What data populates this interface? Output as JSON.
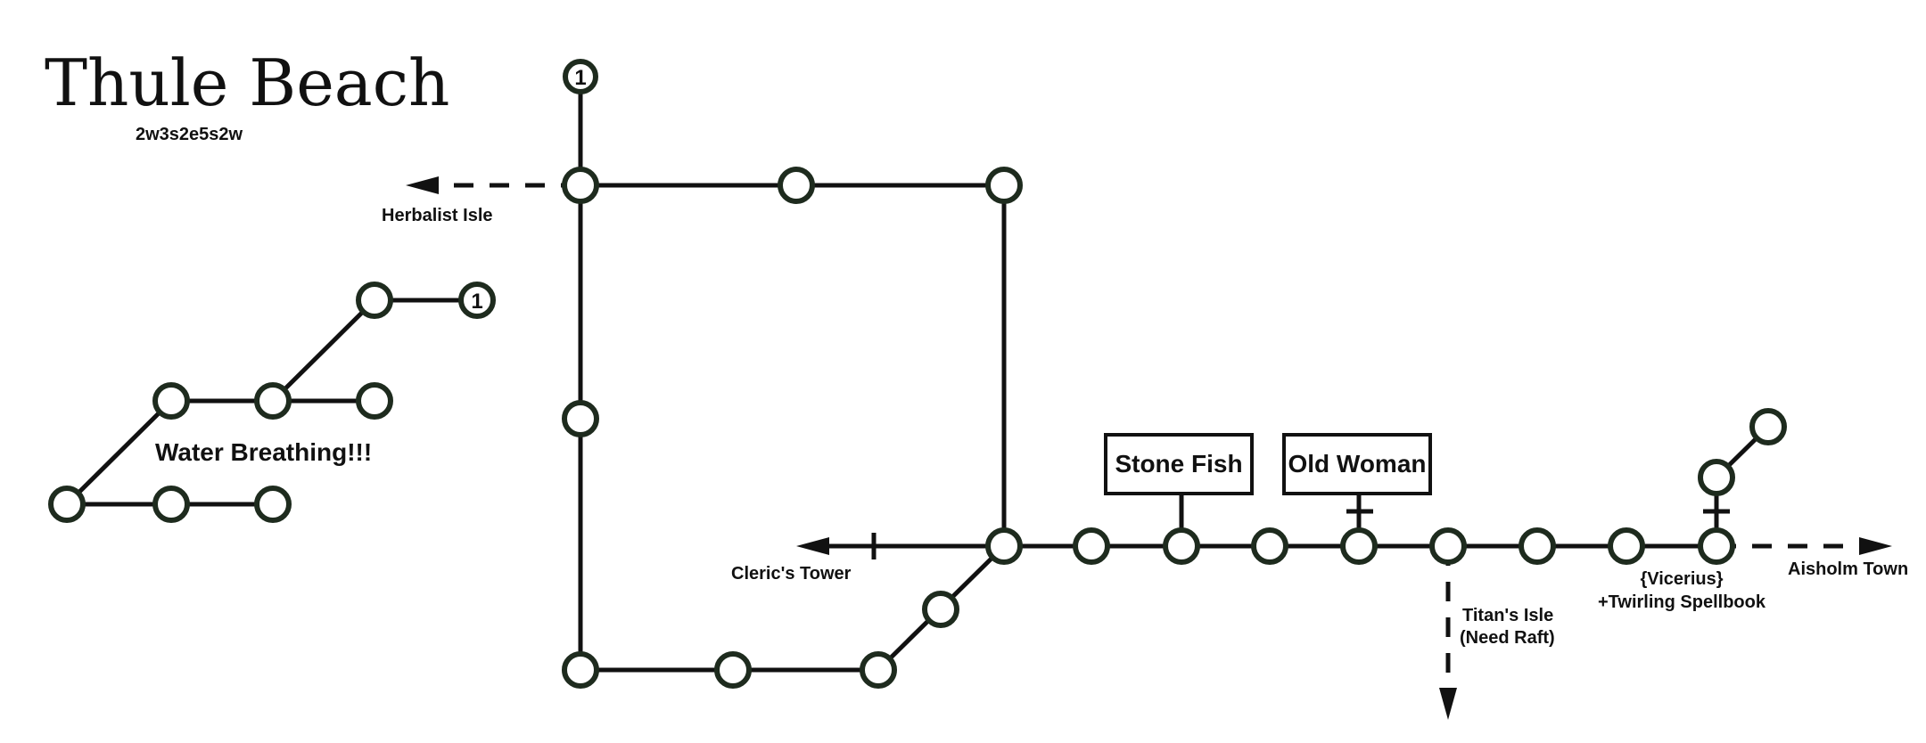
{
  "map": {
    "title": "Thule Beach",
    "route_code": "2w3s2e5s2w",
    "link_number_1": "1",
    "link_number_2": "1",
    "exits": {
      "herbalist": "Herbalist Isle",
      "cleric": "Cleric's Tower",
      "titan_line1": "Titan's Isle",
      "titan_line2": "(Need Raft)",
      "aisholm": "Aisholm Town"
    },
    "npcs": {
      "stone_fish": "Stone Fish",
      "old_woman": "Old Woman"
    },
    "notes": {
      "water_breathing": "Water Breathing!!!",
      "vicerius": "{Vicerius}",
      "spellbook": "+Twirling Spellbook"
    },
    "colors": {
      "line": "#111111",
      "node_stroke": "#1e2b1e"
    }
  }
}
